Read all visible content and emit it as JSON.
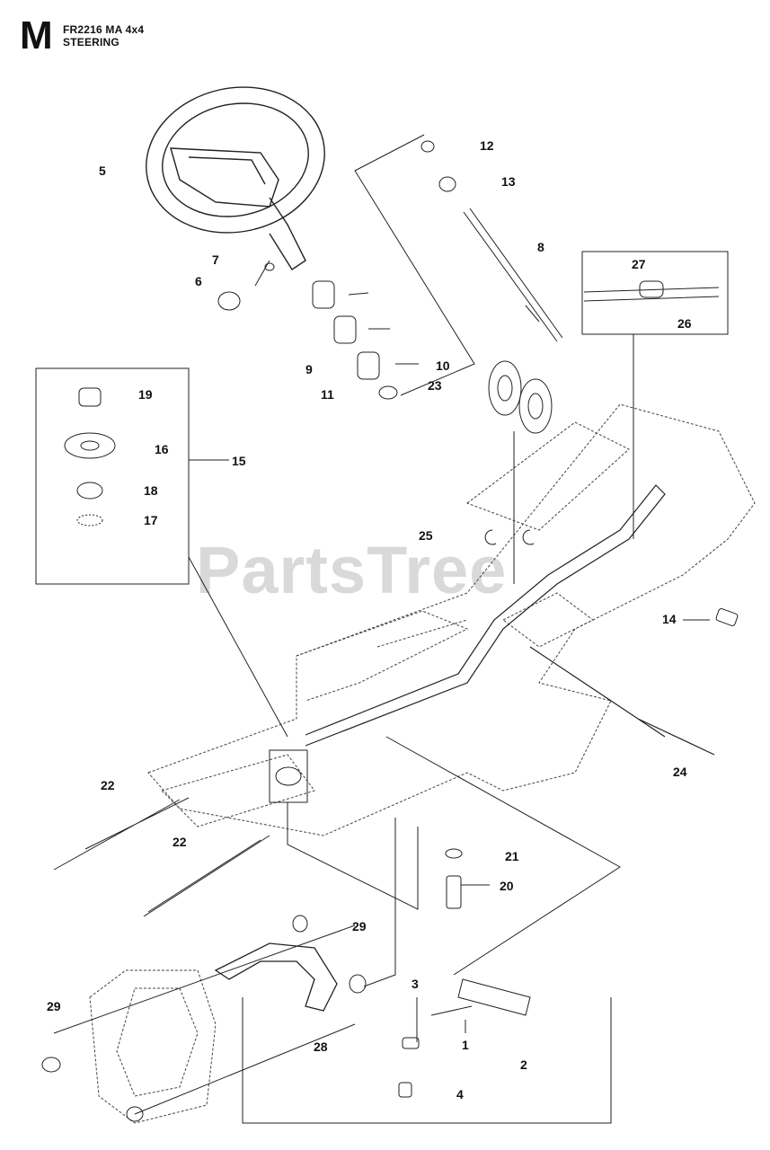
{
  "header": {
    "section_letter": "M",
    "model": "FR2216 MA 4x4",
    "section_title": "STEERING"
  },
  "watermark": "PartsTree",
  "callouts": {
    "c1": "1",
    "c2": "2",
    "c3": "3",
    "c4": "4",
    "c5": "5",
    "c6": "6",
    "c7": "7",
    "c8": "8",
    "c9": "9",
    "c10": "10",
    "c11": "11",
    "c12": "12",
    "c13": "13",
    "c14": "14",
    "c15": "15",
    "c16": "16",
    "c17": "17",
    "c18": "18",
    "c19": "19",
    "c20": "20",
    "c21": "21",
    "c22a": "22",
    "c22b": "22",
    "c23": "23",
    "c24": "24",
    "c25": "25",
    "c26": "26",
    "c27": "27",
    "c28": "28",
    "c29a": "29",
    "c29b": "29"
  }
}
